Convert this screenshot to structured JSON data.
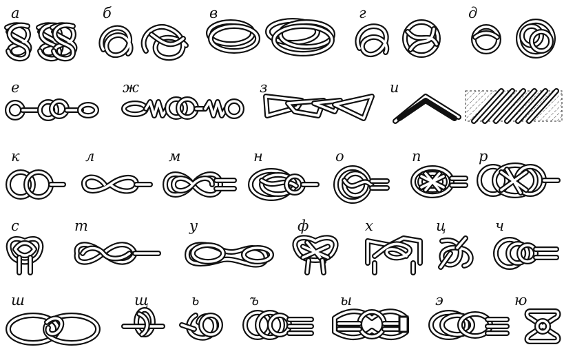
{
  "plate": {
    "labels": [
      "а",
      "б",
      "в",
      "г",
      "д",
      "е",
      "ж",
      "з",
      "и",
      "к",
      "л",
      "м",
      "н",
      "о",
      "п",
      "р",
      "с",
      "т",
      "у",
      "ф",
      "х",
      "ц",
      "ч",
      "ш",
      "щ",
      "ь",
      "ъ",
      "ы",
      "э",
      "ю"
    ]
  }
}
